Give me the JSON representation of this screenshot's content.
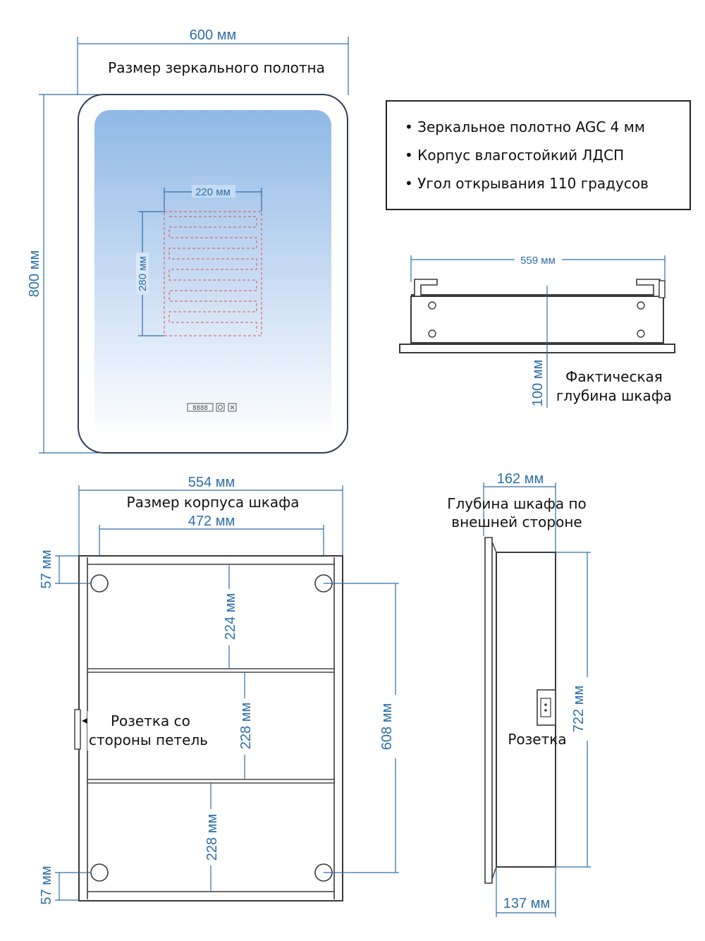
{
  "mirror": {
    "width_label": "600 мм",
    "height_label": "800 мм",
    "caption": "Размер зеркального полотна",
    "heater_width_label": "220 мм",
    "heater_height_label": "280 мм"
  },
  "features": [
    "• Зеркальное полотно AGC 4 мм",
    "• Корпус влагостойкий ЛДСП",
    "• Угол открывания 110 градусов"
  ],
  "top_view": {
    "width_label": "559 мм",
    "depth_label": "100 мм",
    "caption_line1": "Фактическая",
    "caption_line2": "глубина шкафа"
  },
  "cabinet_front": {
    "outer_width_label": "554 мм",
    "caption": "Размер корпуса шкафа",
    "inner_width_label": "472 мм",
    "top_offset_label": "57 мм",
    "bottom_offset_label": "57 мм",
    "shelf1_label": "224 мм",
    "shelf2_label": "228 мм",
    "shelf3_label": "228 мм",
    "mount_height_label": "608 мм",
    "socket_caption_line1": "Розетка со",
    "socket_caption_line2": "стороны петель"
  },
  "cabinet_side": {
    "depth_label": "162 мм",
    "caption_line1": "Глубина шкафа по",
    "caption_line2": "внешней стороне",
    "height_label": "722 мм",
    "socket_label": "Розетка",
    "bottom_depth_label": "137 мм"
  },
  "colors": {
    "dimension": "#2d6fa8",
    "outline": "#3a3a3a",
    "mirror_top": "#8fb8e6",
    "mirror_bottom": "#ffffff",
    "heater_dash": "#d9534f"
  }
}
